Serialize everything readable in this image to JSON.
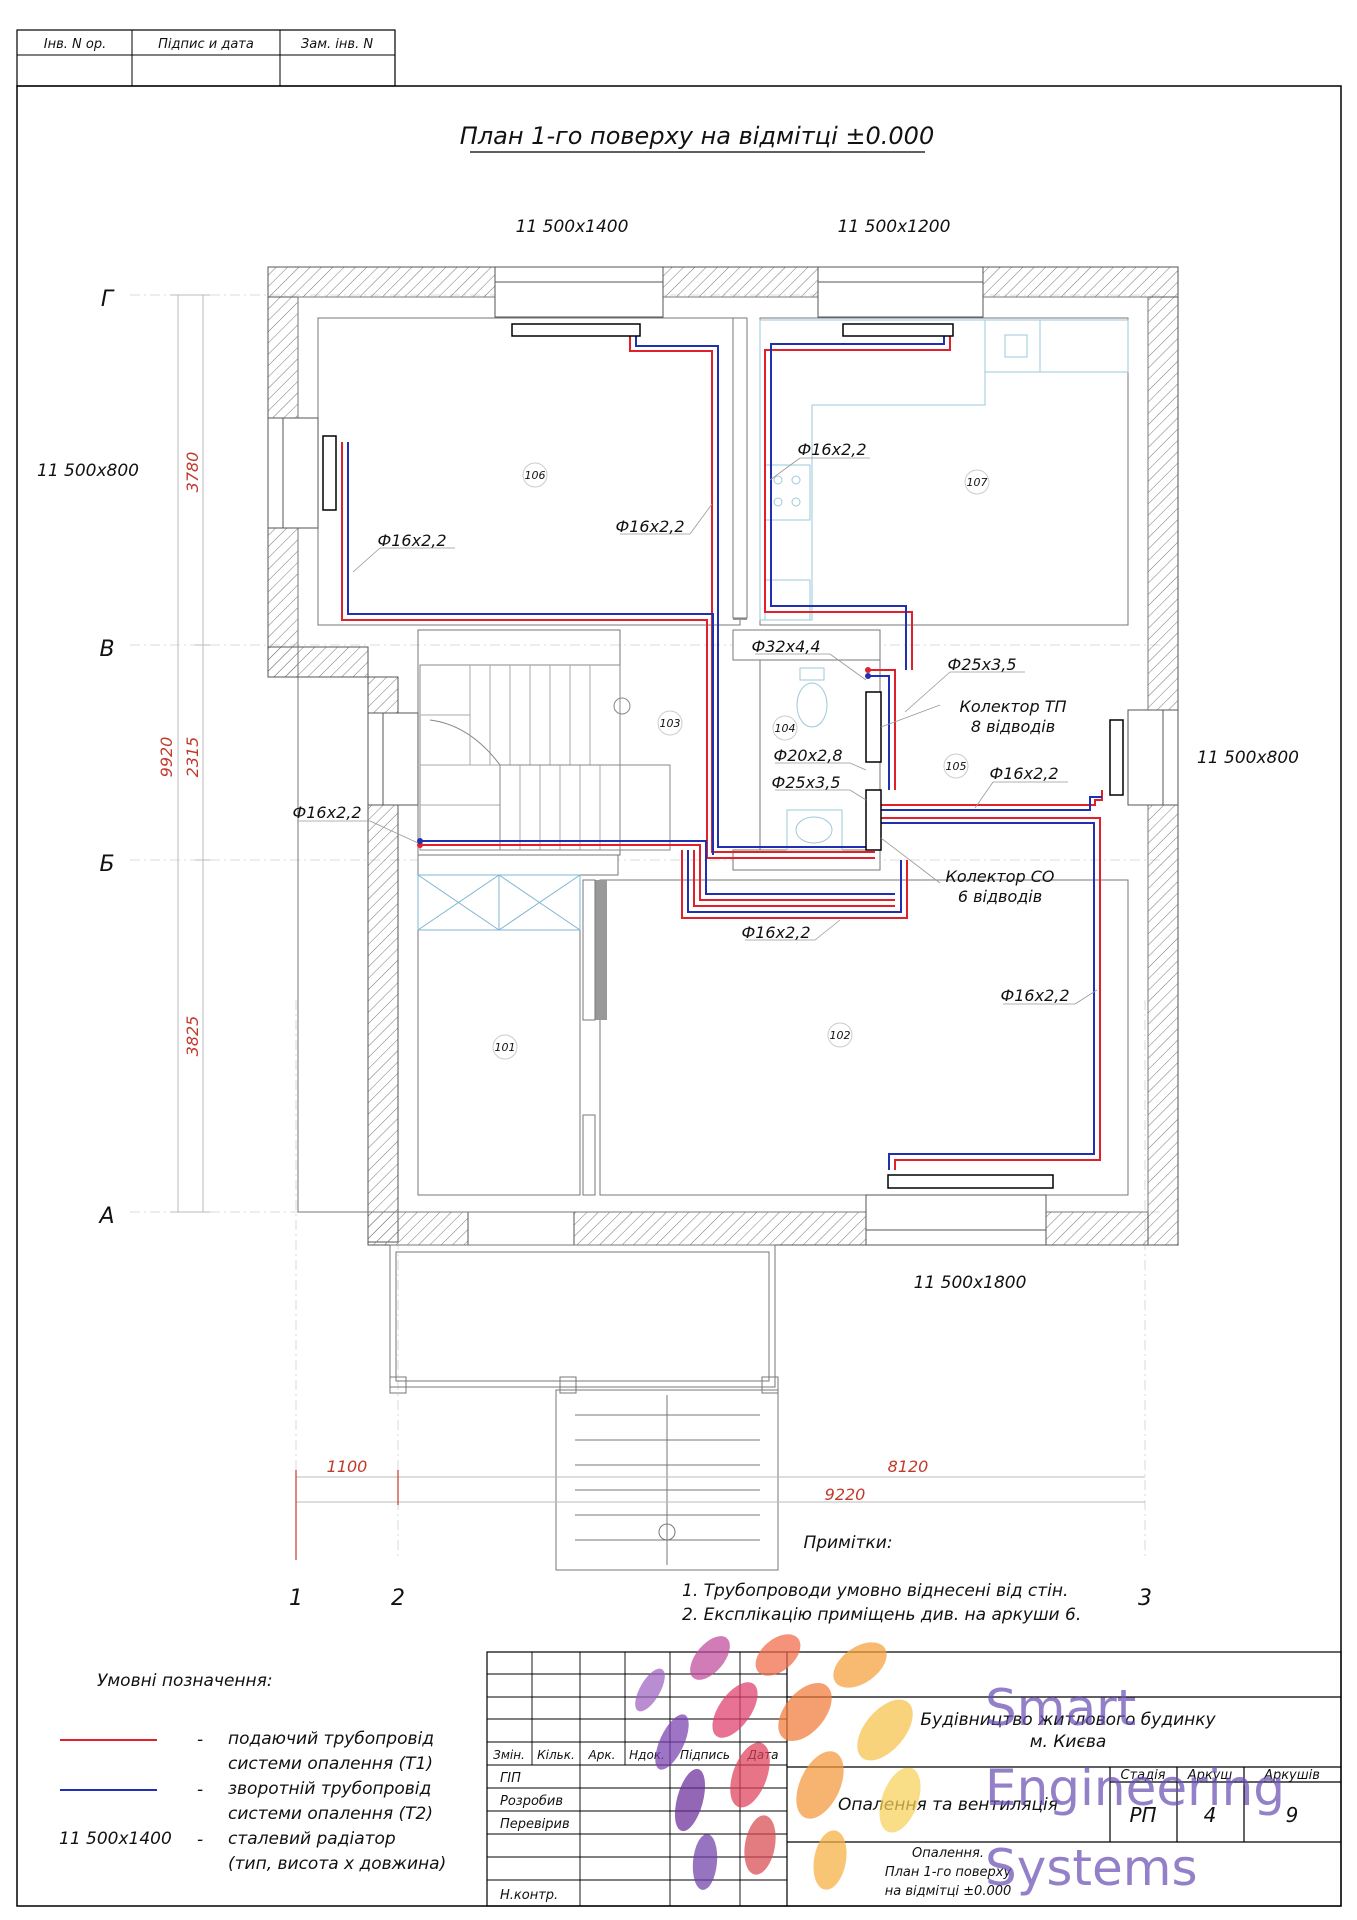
{
  "stamp_top": {
    "col1": "Інв. N ор.",
    "col2": "Підпис и дата",
    "col3": "Зам. інв. N"
  },
  "title": "План 1-го поверху на відмітці ±0.000",
  "axes": {
    "rows": [
      "Г",
      "В",
      "Б",
      "А"
    ],
    "cols": [
      "1",
      "2",
      "3"
    ],
    "dims_left": {
      "total": "9920",
      "d1": "3780",
      "d2": "2315",
      "d3": "3825"
    },
    "dims_bottom": {
      "d1": "1100",
      "d2": "8120",
      "total": "9220"
    }
  },
  "radiators": {
    "top_left": "11 500x1400",
    "top_right": "11 500x1200",
    "left": "11 500x800",
    "right": "11 500x800",
    "bottom": "11 500x1800"
  },
  "rooms": [
    "106",
    "107",
    "103",
    "104",
    "105",
    "101",
    "102"
  ],
  "pipes": {
    "p1": "Ф16x2,2",
    "p2": "Ф16x2,2",
    "p3": "Ф16x2,2",
    "p4": "Ф32x4,4",
    "p5": "Ф25x3,5",
    "p6": "Ф20x2,8",
    "p7": "Ф25x3,5",
    "p8": "Ф16x2,2",
    "p9": "Ф16x2,2",
    "p10": "Ф16x2,2",
    "p11": "Ф16x2,2"
  },
  "collectors": {
    "tp_line1": "Колектор ТП",
    "tp_line2": "8 відводів",
    "co_line1": "Колектор СО",
    "co_line2": "6 відводів"
  },
  "notes": {
    "title": "Примітки:",
    "n1": "1. Трубопроводи умовно віднесені від стін.",
    "n2": "2. Експлікацію приміщень див. на аркуши 6."
  },
  "legend": {
    "title": "Умовні позначення:",
    "supply_1": "подаючий трубопровід",
    "supply_2": "системи опалення (Т1)",
    "return_1": "зворотній трубопровід",
    "return_2": "системи опалення (Т2)",
    "radiator_symbol": "11 500x1400",
    "radiator_1": "сталевий радіатор",
    "radiator_2": "(тип, висота х довжина)",
    "dash": "-",
    "colors": {
      "supply": "#e0202a",
      "return": "#2030b0"
    }
  },
  "title_block": {
    "headers": [
      "Змін.",
      "Кільк.",
      "Арк.",
      "Ндок.",
      "Підпись",
      "Дата"
    ],
    "roles": [
      "ГІП",
      "Розробив",
      "Перевірив",
      "Н.контр."
    ],
    "project_1": "Будівництво житлового будинку",
    "project_2": "м. Києва",
    "section": "Опалення та вентиляція",
    "stage_label": "Стадія",
    "sheet_label": "Аркуш",
    "sheets_label": "Аркушів",
    "stage": "РП",
    "sheet": "4",
    "sheets": "9",
    "drawing_1": "Опалення.",
    "drawing_2": "План 1-го поверху",
    "drawing_3": "на відмітці ±0.000"
  },
  "watermark": {
    "line1": "Smart",
    "line2": "Engineering",
    "line3": "Systems"
  }
}
